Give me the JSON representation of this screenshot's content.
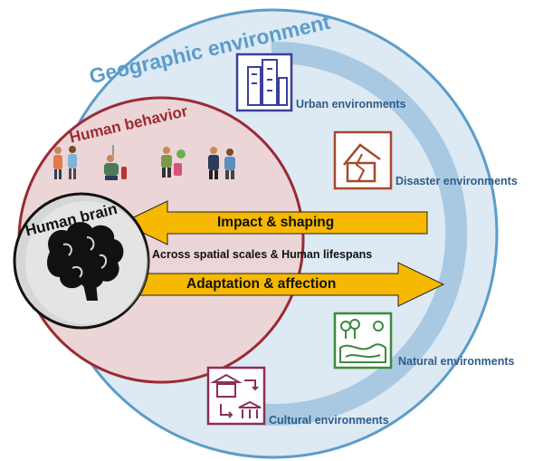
{
  "geographic": {
    "title": "Geographic environment"
  },
  "behavior": {
    "title": "Human behavior"
  },
  "brain": {
    "title": "Human brain"
  },
  "arrows": {
    "impact": "Impact & shaping",
    "adaptation": "Adaptation & affection",
    "middle": "Across spatial scales & Human lifespans"
  },
  "environments": [
    {
      "label": "Urban environments",
      "icon": "urban-building-icon",
      "color": "#3b3f9a"
    },
    {
      "label": "Disaster environments",
      "icon": "disaster-house-icon",
      "color": "#a34a2e"
    },
    {
      "label": "Natural environments",
      "icon": "nature-landscape-icon",
      "color": "#3d8a3d"
    },
    {
      "label": "Cultural environments",
      "icon": "cultural-temple-icon",
      "color": "#8a2e5c"
    }
  ],
  "colors": {
    "outer_fill": "#dde9f3",
    "outer_stroke": "#5b9cc9",
    "behavior_fill": "#ecd5d6",
    "behavior_stroke": "#9b2a35",
    "arrow_fill": "#f6b800",
    "band": "#a9c9e3"
  }
}
